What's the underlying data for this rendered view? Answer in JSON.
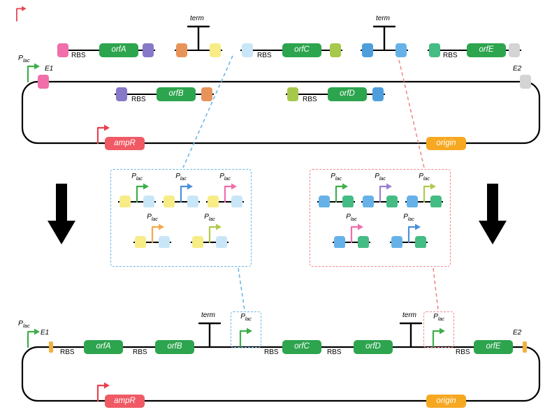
{
  "colors": {
    "gene": "#2DA44E",
    "ampr": "#EF5A65",
    "origin": "#F6A821",
    "promoter_green": "#3DAE49",
    "promoter_red": "#E8404F",
    "blue_dashed": "#6BB8E8",
    "red_dashed": "#F08A8A",
    "block_pink": "#F06EAA",
    "block_purple": "#8878C8",
    "block_orange": "#E8935A",
    "block_yellow": "#F7EC86",
    "block_pale_blue": "#C9E6F8",
    "block_mid_blue": "#66B2E8",
    "block_dark_blue": "#4E9EDC",
    "block_yellow_green": "#A6C84B",
    "block_green": "#45BC83",
    "block_gray": "#D4D4D4",
    "site_tick": "#F0B23E"
  },
  "labels": {
    "promoter_main": "P",
    "promoter_sub": "lac",
    "e1": "E1",
    "e2": "E2",
    "rbs": "RBS",
    "terminator": "term"
  },
  "genes": {
    "orfA": "orfA",
    "orfB": "orfB",
    "orfC": "orfC",
    "orfD": "orfD",
    "orfE": "orfE"
  },
  "backbone": {
    "ampr": "ampR",
    "origin": "origin"
  },
  "blue_library": {
    "rows": [
      [
        {
          "label_main": "P",
          "label_sub": "lac",
          "arrow_color": "#3DAE49",
          "left_block": "#F7EC86",
          "right_block": "#C9E6F8"
        },
        {
          "label_main": "P",
          "label_sub": "lac",
          "arrow_color": "#4A90D9",
          "left_block": "#F7EC86",
          "right_block": "#C9E6F8"
        },
        {
          "label_main": "P",
          "label_sub": "lac",
          "arrow_color": "#F06EAA",
          "left_block": "#F7EC86",
          "right_block": "#C9E6F8"
        }
      ],
      [
        {
          "label_main": "P",
          "label_sub": "lac",
          "arrow_color": "#F5A94B",
          "left_block": "#F7EC86",
          "right_block": "#C9E6F8"
        },
        {
          "label_main": "P",
          "label_sub": "lac",
          "arrow_color": "#AFCA4C",
          "left_block": "#F7EC86",
          "right_block": "#C9E6F8"
        }
      ]
    ]
  },
  "red_library": {
    "rows": [
      [
        {
          "label_main": "P",
          "label_sub": "lac",
          "arrow_color": "#3DAE49",
          "left_block": "#66B2E8",
          "right_block": "#45BC83"
        },
        {
          "label_main": "P",
          "label_sub": "lac",
          "arrow_color": "#9B7FD4",
          "left_block": "#66B2E8",
          "right_block": "#45BC83"
        },
        {
          "label_main": "P",
          "label_sub": "lac",
          "arrow_color": "#AFCA4C",
          "left_block": "#66B2E8",
          "right_block": "#45BC83"
        }
      ],
      [
        {
          "label_main": "P",
          "label_sub": "lac",
          "arrow_color": "#F06EAA",
          "left_block": "#66B2E8",
          "right_block": "#45BC83"
        },
        {
          "label_main": "P",
          "label_sub": "lac",
          "arrow_color": "#4A90D9",
          "left_block": "#66B2E8",
          "right_block": "#45BC83"
        }
      ]
    ]
  }
}
